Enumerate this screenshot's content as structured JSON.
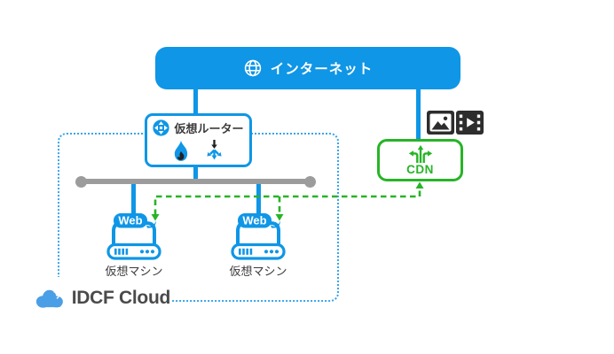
{
  "colors": {
    "primary_blue": "#0f96e6",
    "accent_green": "#27b427",
    "bar_gray": "#9c9c9c",
    "icon_dark": "#2d2d2d",
    "label_text": "#3c3c3c",
    "logo_blue": "#4a9fe6",
    "region_dotted_blue": "#3aa5ea"
  },
  "internet": {
    "label": "インターネット",
    "icon": "globe-icon"
  },
  "virtual_router": {
    "label": "仮想ルーター",
    "icons": [
      "virtual-router-icon",
      "firewall-flame-icon",
      "load-balancer-icon"
    ]
  },
  "cdn": {
    "label": "CDN",
    "icon": "cdn-branch-arrows-icon"
  },
  "media_icons": [
    "image-icon",
    "video-icon"
  ],
  "servers": [
    {
      "badge": "Web",
      "label": "仮想マシン"
    },
    {
      "badge": "Web",
      "label": "仮想マシン"
    }
  ],
  "cloud_region": {
    "brand": "IDCF Cloud",
    "icon": "cloud-icon"
  }
}
